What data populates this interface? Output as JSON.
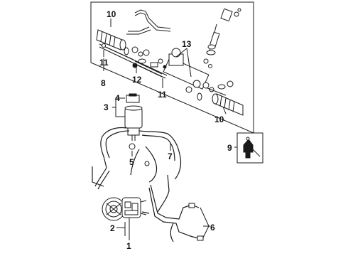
{
  "callouts": {
    "c1": "1",
    "c2": "2",
    "c3": "3",
    "c4": "4",
    "c5": "5",
    "c6": "6",
    "c7": "7",
    "c8": "8",
    "c9": "9",
    "c10a": "10",
    "c10b": "10",
    "c11a": "11",
    "c11b": "11",
    "c12": "12",
    "c13": "13"
  }
}
